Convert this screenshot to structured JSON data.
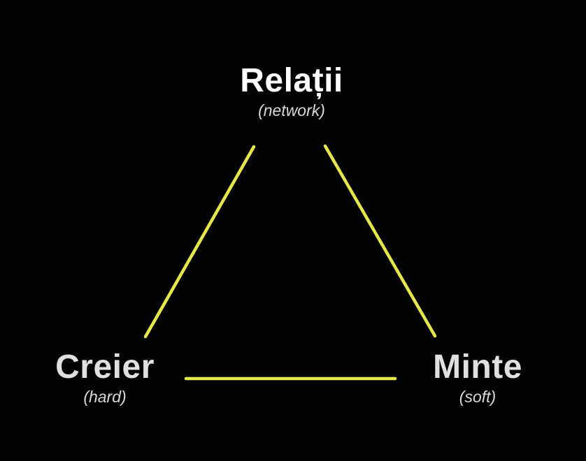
{
  "colors": {
    "background": "#020202",
    "edge": "#e6e84a",
    "title": "#ffffff",
    "subtitle": "#d8d8d8",
    "corner_title": "#e0e0e0"
  },
  "nodes": {
    "top": {
      "title": "Relații",
      "subtitle": "(network)"
    },
    "left": {
      "title": "Creier",
      "subtitle": "(hard)"
    },
    "right": {
      "title": "Minte",
      "subtitle": "(soft)"
    }
  }
}
